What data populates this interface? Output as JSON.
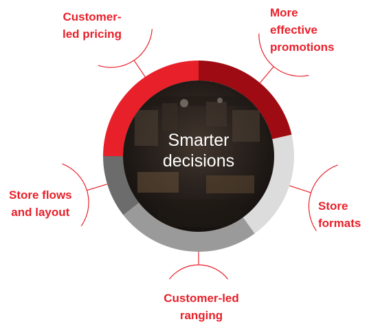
{
  "center": {
    "line1": "Smarter",
    "line2": "decisions"
  },
  "segments": [
    {
      "lines": [
        "Customer-",
        "led pricing"
      ],
      "color": "#e8202a"
    },
    {
      "lines": [
        "More",
        "effective",
        "promotions"
      ],
      "color": "#9e0b12"
    },
    {
      "lines": [
        "Store",
        "formats"
      ],
      "color": "#dcdcdc"
    },
    {
      "lines": [
        "Customer-led",
        "ranging"
      ],
      "color": "#9a9a9a"
    },
    {
      "lines": [
        "Store flows",
        "and layout"
      ],
      "color": "#6c6c6c"
    }
  ],
  "colors": {
    "label": "#e8202a",
    "connector": "#e8202a"
  },
  "icons": {
    "center_background": "store-interior-photo"
  }
}
